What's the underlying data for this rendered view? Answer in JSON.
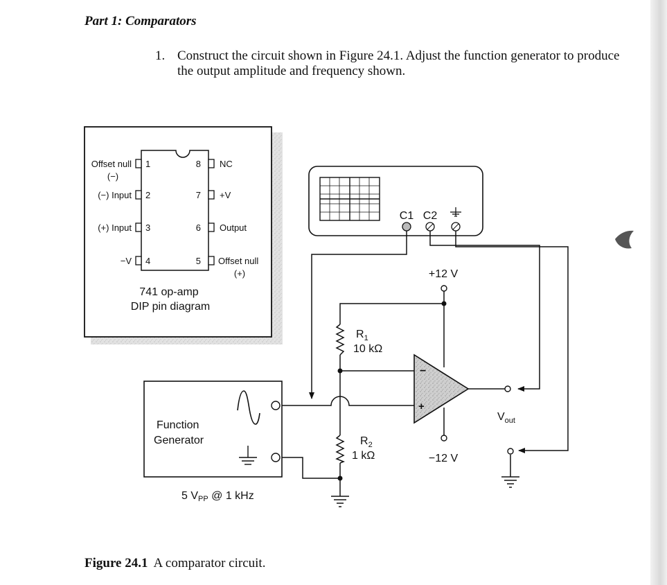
{
  "part_title": "Part 1: Comparators",
  "step": {
    "number": "1.",
    "text": "Construct the circuit shown in Figure 24.1. Adjust the function generator to produce the output amplitude and frequency shown."
  },
  "pin_diagram": {
    "title_line1": "741 op-amp",
    "title_line2": "DIP pin diagram",
    "left_pins": [
      {
        "num": "1",
        "label": "Offset null",
        "sub": "(−)"
      },
      {
        "num": "2",
        "label": "(−) Input",
        "sub": ""
      },
      {
        "num": "3",
        "label": "(+) Input",
        "sub": ""
      },
      {
        "num": "4",
        "label": "−V",
        "sub": ""
      }
    ],
    "right_pins": [
      {
        "num": "8",
        "label": "NC",
        "sub": ""
      },
      {
        "num": "7",
        "label": "+V",
        "sub": ""
      },
      {
        "num": "6",
        "label": "Output",
        "sub": ""
      },
      {
        "num": "5",
        "label": "Offset null",
        "sub": "(+)"
      }
    ]
  },
  "oscilloscope": {
    "channels": [
      "C1",
      "C2"
    ]
  },
  "circuit": {
    "supply_pos": "+12 V",
    "supply_neg": "−12 V",
    "r1_name": "R",
    "r1_sub": "1",
    "r1_value": "10 kΩ",
    "r2_name": "R",
    "r2_sub": "2",
    "r2_value": "1 kΩ",
    "vout_main": "V",
    "vout_sub": "out",
    "opamp_minus": "−",
    "opamp_plus": "+"
  },
  "function_generator": {
    "line1": "Function",
    "line2": "Generator",
    "setting_prefix": "5 V",
    "setting_sub": "PP",
    "setting_suffix": " @ 1 kHz"
  },
  "caption": {
    "label": "Figure 24.1",
    "text": "A comparator circuit."
  }
}
